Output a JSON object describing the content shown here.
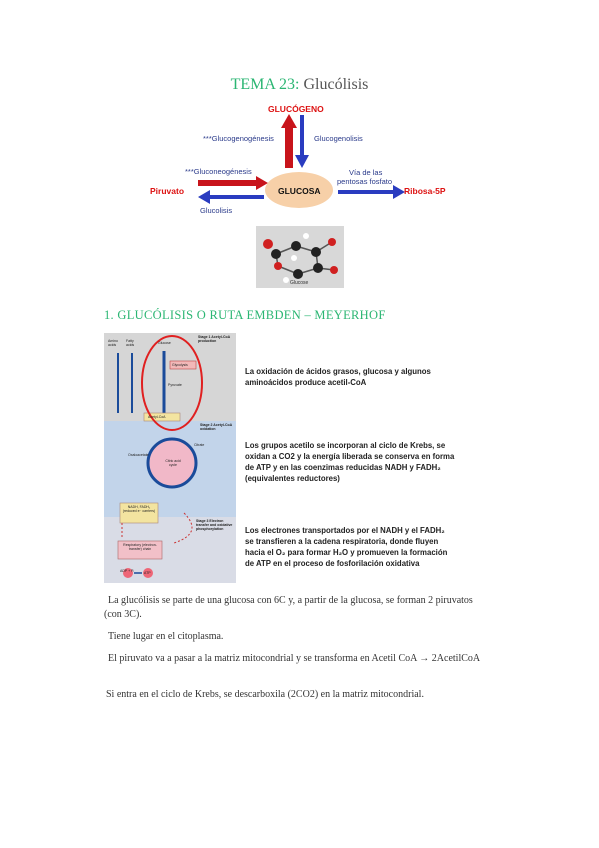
{
  "header": {
    "title_number": "TEMA 23:",
    "title_name": "Glucólisis"
  },
  "scheme": {
    "glucogeno": "GLUCÓGENO",
    "glucogenogenesis": "***Glucogenogénesis",
    "glucogenolisis": "Glucogenolisis",
    "gluconeogenesis": "***Gluconeogénesis",
    "via_line1": "Vía de las",
    "via_line2": "pentosas fosfato",
    "piruvato": "Piruvato",
    "glucosa": "GLUCOSA",
    "ribosa": "Ribosa-5P",
    "glucolisis": "Glucolisis",
    "molecule_caption": "Glucose"
  },
  "section": {
    "heading": "1.  GLUCÓLISIS O RUTA EMBDEN – MEYERHOF"
  },
  "figure": {
    "stage1": "Stage 1 Acetyl-CoA production",
    "stage2": "Stage 2 Acetyl-CoA oxidation",
    "stage3": "Stage 3 Electron transfer and oxidative phosphorylation",
    "amino_acids": "Amino acids",
    "fatty_acids": "Fatty acids",
    "glucose": "Glucose",
    "glycolysis": "Glycolysis",
    "pyruvate": "Pyruvate",
    "acetyl_coa": "Acetyl-CoA",
    "citric": "Citric acid cycle",
    "oxaloacetate": "Oxaloacetate",
    "citrate": "Citrate",
    "nadh": "NADH, FADH₂ (reduced e⁻ carriers)",
    "respiratory": "Respiratory (electron-transfer) chain",
    "adp": "ADP + Pᵢ",
    "atp": "ATP",
    "desc1": "La oxidación de ácidos grasos, glucosa y algunos aminoácidos produce acetil-CoA",
    "desc2": "Los grupos acetilo se incorporan al ciclo de Krebs, se oxidan a CO2 y la energía liberada se conserva en forma de ATP y en las coenzimas reducidas NADH y FADH₂ (equivalentes reductores)",
    "desc3": "Los electrones transportados por el NADH y el FADH₂ se transfieren a la cadena respiratoria, donde fluyen hacia el O₂ para formar H₂O y promueven la formación de ATP en el proceso de fosforilación oxidativa"
  },
  "paragraphs": [
    "La glucólisis se parte de una glucosa con 6C y, a partir de la glucosa, se forman 2 piruvatos (con 3C).",
    "Tiene lugar en el citoplasma.",
    "El piruvato va a pasar a la matriz mitocondrial y se transforma en Acetil CoA → 2AcetilCoA",
    "Si entra en el ciclo de Krebs, se descarboxila (2CO2) en la matriz mitocondrial."
  ]
}
